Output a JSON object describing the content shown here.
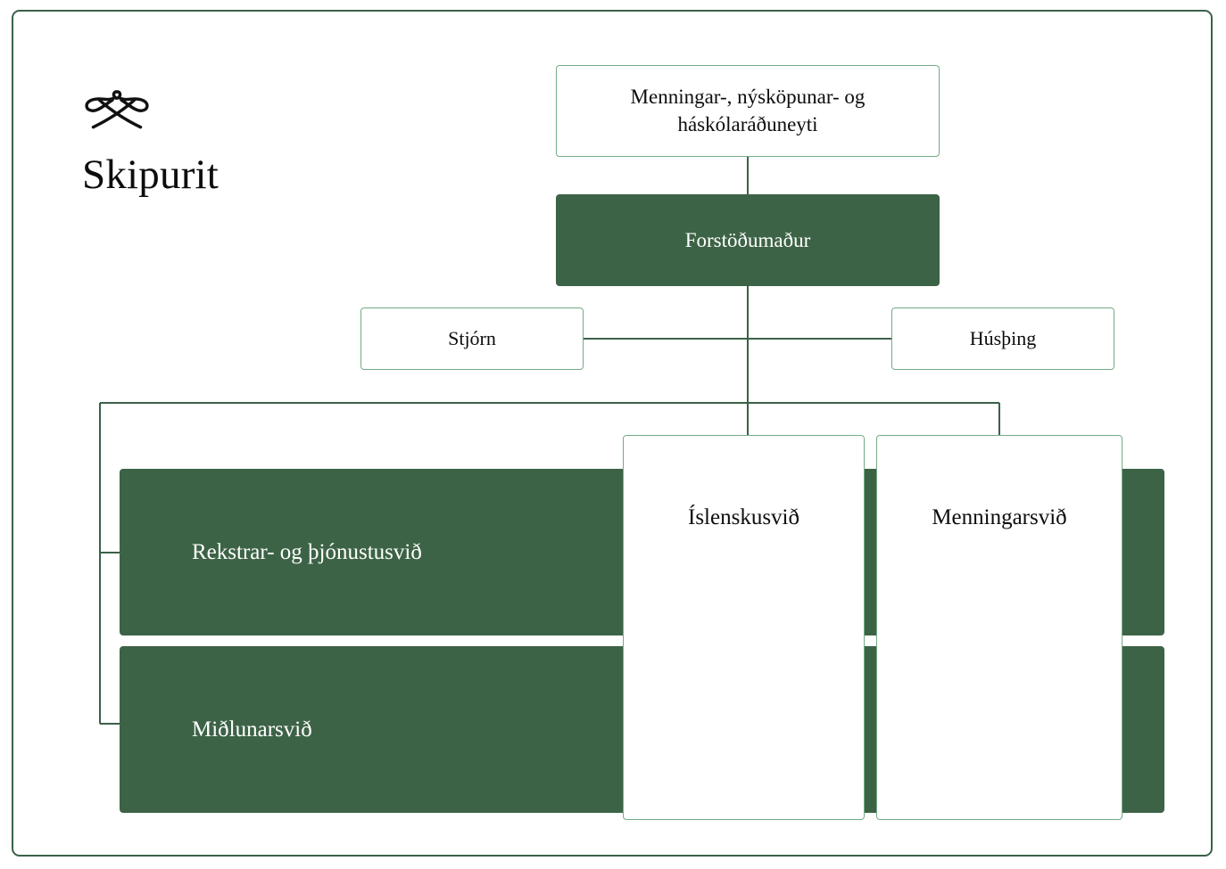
{
  "brand": {
    "logo_icon": "arnastofnun-knot-icon",
    "title": "Skipurit"
  },
  "colors": {
    "dark_green": "#3d6346",
    "light_green_border": "#74ab86",
    "frame_green": "#3a6148",
    "connector_green": "#3a6148",
    "text_dark": "#0d0d0d",
    "text_on_dark": "#ffffff",
    "background": "#ffffff"
  },
  "chart_data": {
    "type": "diagram",
    "title": "Skipurit",
    "nodes": [
      {
        "id": "ministry",
        "label": "Menningar-, nýsköpunar- og háskólaráðuneyti",
        "style": "outline",
        "level": 0
      },
      {
        "id": "director",
        "label": "Forstöðumaður",
        "style": "filled",
        "level": 1
      },
      {
        "id": "board",
        "label": "Stjórn",
        "style": "outline",
        "level": 2
      },
      {
        "id": "assembly",
        "label": "Húsþing",
        "style": "outline",
        "level": 2
      },
      {
        "id": "operations",
        "label": "Rekstrar- og þjónustusvið",
        "style": "filled",
        "level": 3
      },
      {
        "id": "dissemination",
        "label": "Miðlunarsvið",
        "style": "filled",
        "level": 3
      },
      {
        "id": "icelandic",
        "label": "Íslenskusvið",
        "style": "outline",
        "level": 3
      },
      {
        "id": "culture",
        "label": "Menningarsvið",
        "style": "outline",
        "level": 3
      }
    ],
    "edges": [
      {
        "from": "ministry",
        "to": "director"
      },
      {
        "from": "director",
        "to": "board"
      },
      {
        "from": "director",
        "to": "assembly"
      },
      {
        "from": "director",
        "to": "operations"
      },
      {
        "from": "director",
        "to": "dissemination"
      },
      {
        "from": "director",
        "to": "icelandic"
      },
      {
        "from": "director",
        "to": "culture"
      }
    ]
  }
}
